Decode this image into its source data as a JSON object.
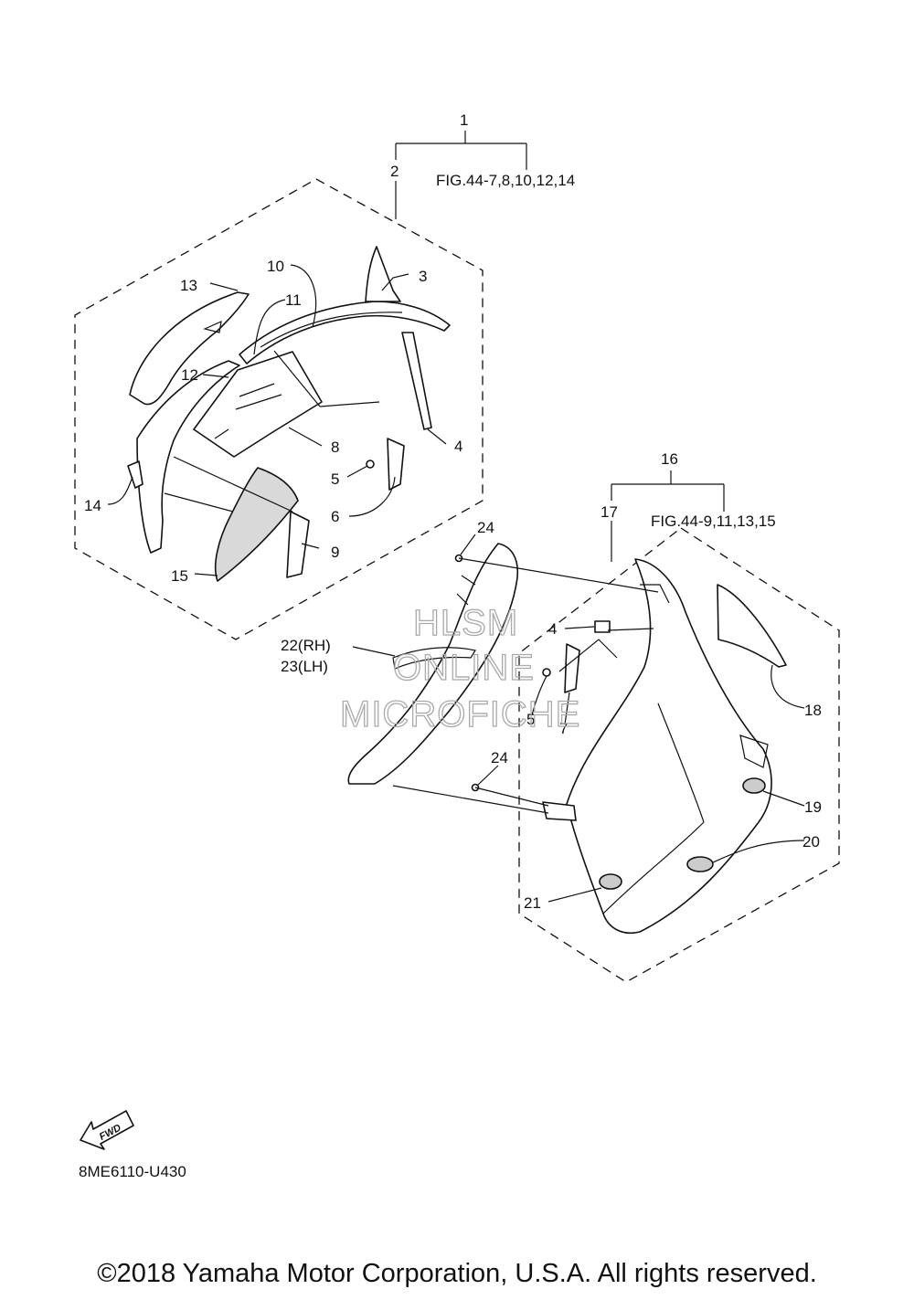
{
  "labels": {
    "p1": "1",
    "p2": "2",
    "p3": "3",
    "p4a": "4",
    "p4b": "4",
    "p5a": "5",
    "p5b": "5",
    "p6": "6",
    "p7": "7",
    "p8": "8",
    "p9": "9",
    "p10": "10",
    "p11": "11",
    "p12": "12",
    "p13": "13",
    "p14": "14",
    "p15": "15",
    "p16": "16",
    "p17": "17",
    "p18": "18",
    "p19": "19",
    "p20": "20",
    "p21": "21",
    "p22": "22(RH)",
    "p23": "23(LH)",
    "p24a": "24",
    "p24b": "24",
    "fig_ref_1": "FIG.44-7,8,10,12,14",
    "fig_ref_2": "FIG.44-9,11,13,15"
  },
  "fwd_badge": "FWD",
  "diagram_code": "8ME6110-U430",
  "watermark": [
    "HLSM",
    "ONLINE",
    "MICROFICHE"
  ],
  "copyright": "©2018 Yamaha Motor Corporation, U.S.A. All rights reserved."
}
